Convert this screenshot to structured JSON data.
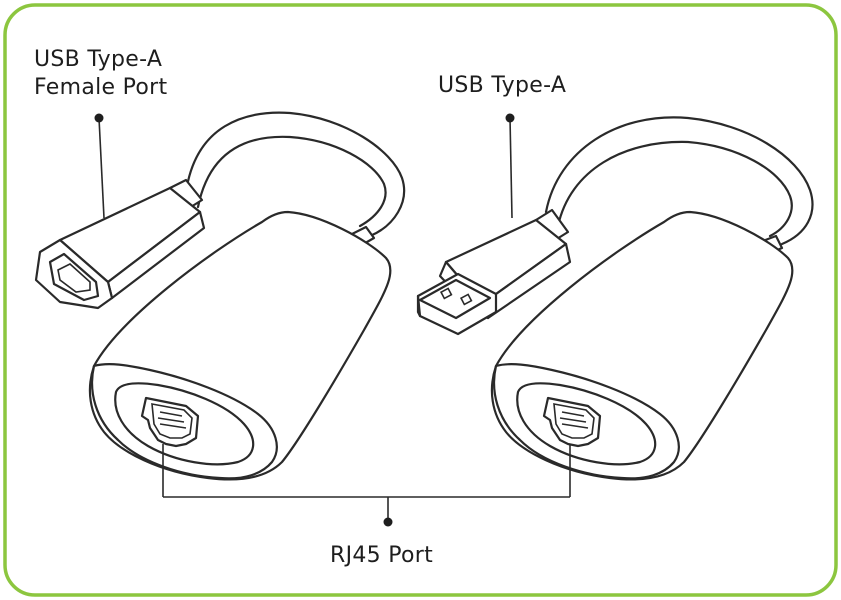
{
  "colors": {
    "frame_border": "#8cc63f",
    "line": "#2a2a2a",
    "text": "#1e1e1e",
    "background": "#ffffff"
  },
  "labels": {
    "usb_female_line1": "USB Type-A",
    "usb_female_line2": "Female Port",
    "usb_type_a": "USB Type-A",
    "rj45_port": "RJ45 Port"
  },
  "components": [
    {
      "name": "left-adapter",
      "connector": "USB Type-A Female Port",
      "port": "RJ45 Port"
    },
    {
      "name": "right-adapter",
      "connector": "USB Type-A",
      "port": "RJ45 Port"
    }
  ]
}
